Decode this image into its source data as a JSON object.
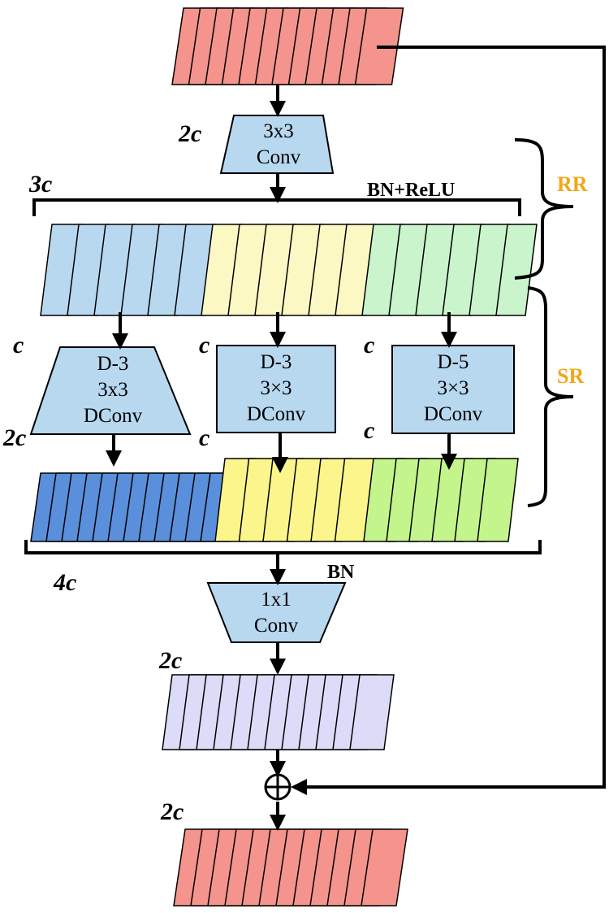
{
  "diagram": {
    "input_map": {
      "label": "",
      "color": "#f4948c"
    },
    "conv3": {
      "lines": [
        "3x3",
        "Conv"
      ],
      "channels": "2c"
    },
    "bn_relu": "BN+ReLU",
    "split": {
      "channels": "3c",
      "colors": [
        "#b8d8f0",
        "#fbf8c4",
        "#caf4cc"
      ]
    },
    "rr": "RR",
    "sr": "SR",
    "branches": [
      {
        "lines": [
          "D-3",
          "3x3",
          "DConv"
        ],
        "in": "c",
        "out": "2c"
      },
      {
        "lines": [
          "D-3",
          "3×3",
          "DConv"
        ],
        "in": "c",
        "out": "c"
      },
      {
        "lines": [
          "D-5",
          "3×3",
          "DConv"
        ],
        "in": "c",
        "out": "c"
      }
    ],
    "concat": {
      "channels": "4c",
      "colors": [
        "#5a8fdc",
        "#fbf58c",
        "#c4f48c"
      ]
    },
    "bn": "BN",
    "conv1": {
      "lines": [
        "1x1",
        "Conv"
      ],
      "channels": "2c"
    },
    "reduced": {
      "color": "#dcdcf8"
    },
    "output": {
      "channels": "2c",
      "color": "#f4948c"
    }
  }
}
